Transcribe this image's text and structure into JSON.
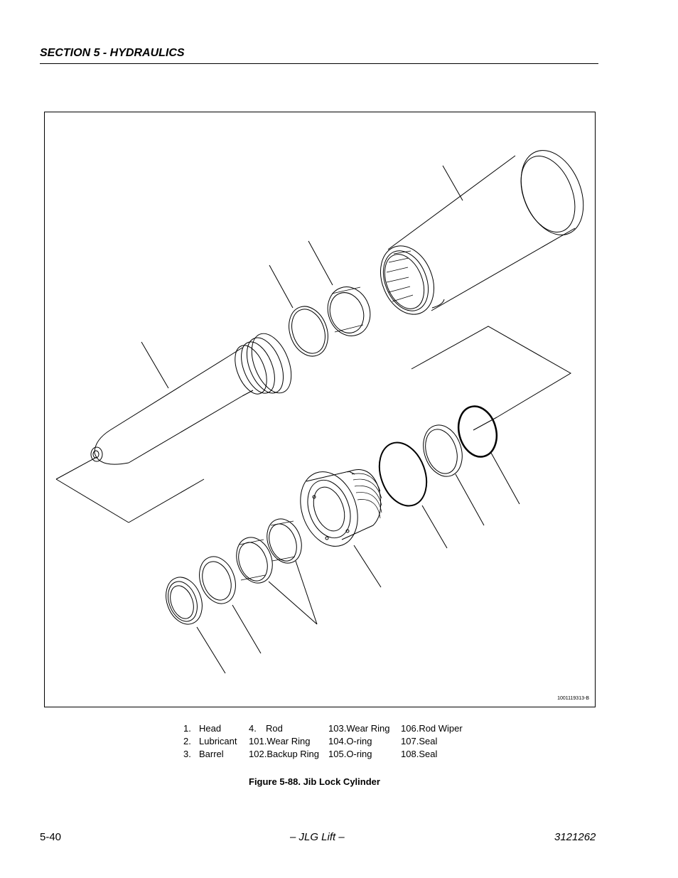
{
  "header": {
    "section_title": "SECTION 5 - HYDRAULICS"
  },
  "figure": {
    "drawing_id": "1001119313-B",
    "caption": "Figure 5-88.  Jib Lock Cylinder"
  },
  "legend": {
    "col1": [
      {
        "num": "1.",
        "label": "Head"
      },
      {
        "num": "2.",
        "label": "Lubricant"
      },
      {
        "num": "3.",
        "label": "Barrel"
      }
    ],
    "col2": [
      {
        "num": "4.",
        "label": "Rod"
      },
      {
        "num": "101.",
        "label": "Wear Ring"
      },
      {
        "num": "102.",
        "label": "Backup Ring"
      }
    ],
    "col3": [
      {
        "num": "103.",
        "label": "Wear Ring"
      },
      {
        "num": "104.",
        "label": "O-ring"
      },
      {
        "num": "105.",
        "label": "O-ring"
      }
    ],
    "col4": [
      {
        "num": "106.",
        "label": "Rod Wiper"
      },
      {
        "num": "107.",
        "label": "Seal"
      },
      {
        "num": "108.",
        "label": "Seal"
      }
    ]
  },
  "footer": {
    "page_number": "5-40",
    "center_text": "– JLG Lift –",
    "doc_number": "3121262"
  }
}
